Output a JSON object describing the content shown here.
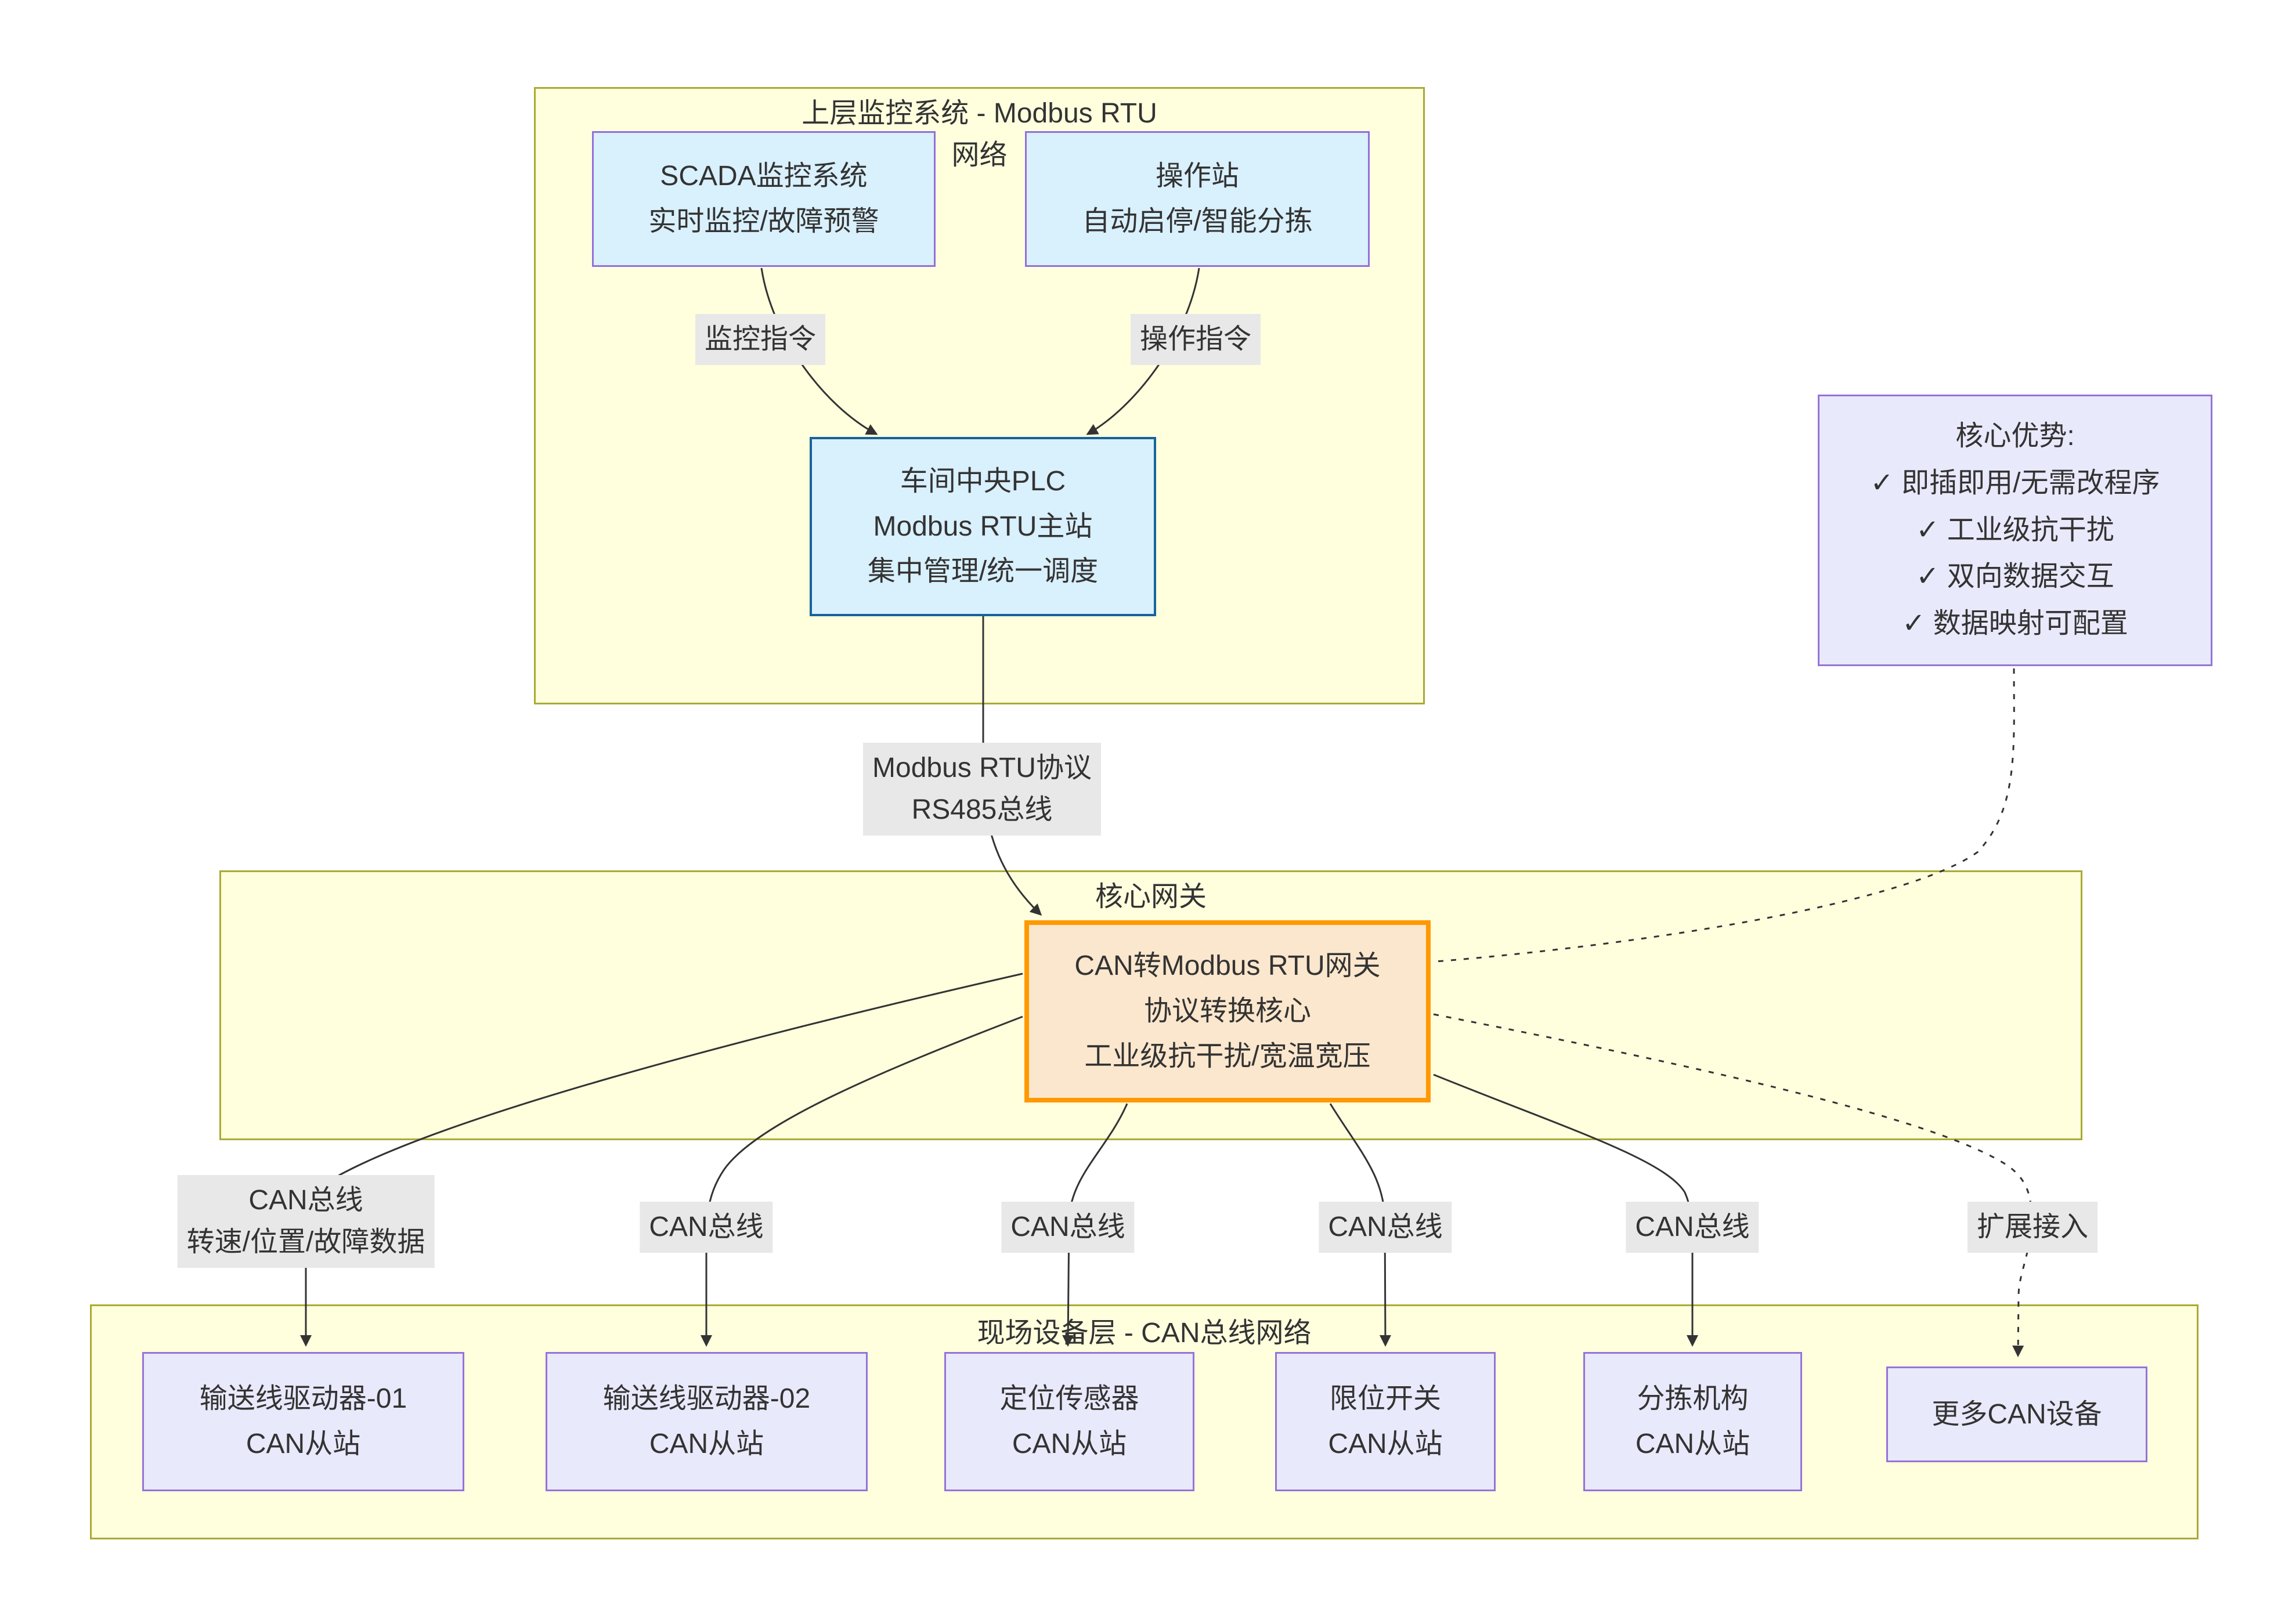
{
  "titles": {
    "upper_line1": "上层监控系统 - Modbus RTU",
    "upper_line2": "网络",
    "core": "核心网关",
    "field": "现场设备层 - CAN总线网络"
  },
  "nodes": {
    "scada": {
      "lines": [
        "SCADA监控系统",
        "实时监控/故障预警"
      ]
    },
    "operator_station": {
      "lines": [
        "操作站",
        "自动启停/智能分拣"
      ]
    },
    "plc": {
      "lines": [
        "车间中央PLC",
        "Modbus RTU主站",
        "集中管理/统一调度"
      ]
    },
    "advantages": {
      "lines": [
        "核心优势:",
        "✓ 即插即用/无需改程序",
        "✓ 工业级抗干扰",
        "✓ 双向数据交互",
        "✓ 数据映射可配置"
      ]
    },
    "gateway": {
      "lines": [
        "CAN转Modbus RTU网关",
        "协议转换核心",
        "工业级抗干扰/宽温宽压"
      ]
    },
    "driver01": {
      "lines": [
        "输送线驱动器-01",
        "CAN从站"
      ]
    },
    "driver02": {
      "lines": [
        "输送线驱动器-02",
        "CAN从站"
      ]
    },
    "position_sensor": {
      "lines": [
        "定位传感器",
        "CAN从站"
      ]
    },
    "limit_switch": {
      "lines": [
        "限位开关",
        "CAN从站"
      ]
    },
    "sorter": {
      "lines": [
        "分拣机构",
        "CAN从站"
      ]
    },
    "more_devices": {
      "lines": [
        "更多CAN设备"
      ]
    }
  },
  "edge_labels": {
    "monitor_cmd": "监控指令",
    "operate_cmd": "操作指令",
    "modbus_line1": "Modbus RTU协议",
    "modbus_line2": "RS485总线",
    "can1_line1": "CAN总线",
    "can1_line2": "转速/位置/故障数据",
    "can2": "CAN总线",
    "can3": "CAN总线",
    "can4": "CAN总线",
    "can5": "CAN总线",
    "expand": "扩展接入"
  },
  "colors": {
    "container_fill": "#ffffde",
    "container_border": "#aaaa33",
    "blue_node_fill": "#d9f0fd",
    "purple_border": "#9370db",
    "plc_border": "#17639b",
    "gateway_fill": "#fbe7cd",
    "gateway_border": "#ff9900",
    "lavender_fill": "#e9e9fc",
    "edge_label_bg": "#e8e8e8",
    "line_color": "#333333"
  }
}
